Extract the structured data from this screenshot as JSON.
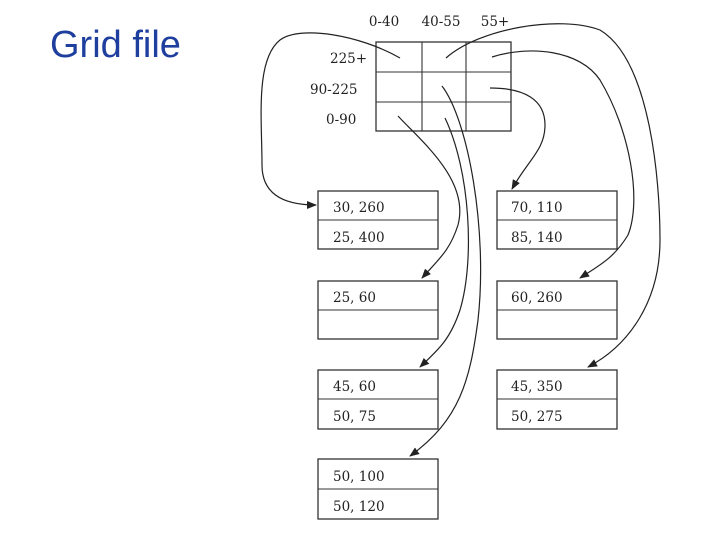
{
  "title": "Grid file",
  "grid": {
    "col_labels": [
      "0-40",
      "40-55",
      "55+"
    ],
    "row_labels": [
      "225+",
      "90-225",
      "0-90"
    ]
  },
  "buckets": {
    "left": [
      [
        "30, 260",
        "25, 400"
      ],
      [
        "25, 60",
        ""
      ],
      [
        "45, 60",
        "50, 75"
      ],
      [
        "50, 100",
        "50, 120"
      ]
    ],
    "right": [
      [
        "70, 110",
        "85, 140"
      ],
      [
        "60, 260",
        ""
      ],
      [
        "45, 350",
        "50, 275"
      ]
    ]
  }
}
